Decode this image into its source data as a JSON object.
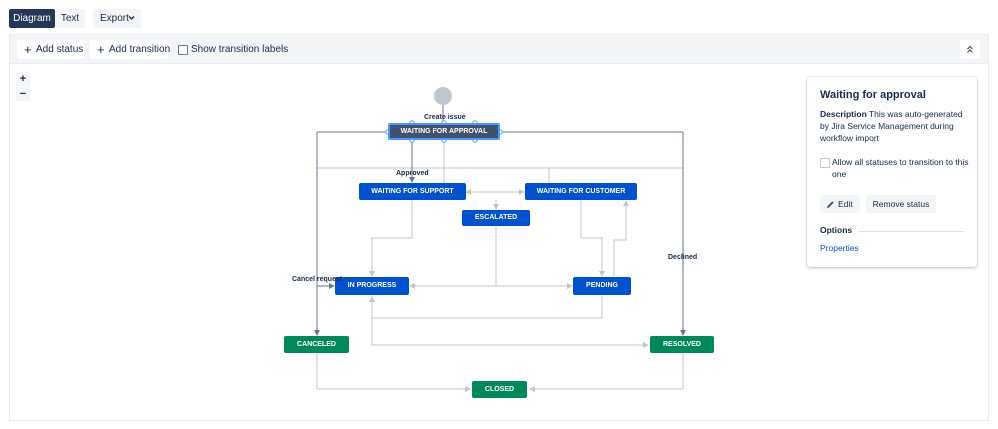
{
  "view_tabs": {
    "diagram": "Diagram",
    "text": "Text"
  },
  "export": {
    "label": "Export",
    "icon": "chevron-down-icon"
  },
  "toolbar": {
    "add_status": "Add status",
    "add_transition": "Add transition",
    "show_labels": "Show transition labels",
    "show_labels_checked": false,
    "collapse_icon": "double-chevron-up-icon"
  },
  "zoom": {
    "in": "+",
    "out": "−"
  },
  "statuses": {
    "waiting_for_approval": "WAITING FOR APPROVAL",
    "waiting_for_support": "WAITING FOR SUPPORT",
    "waiting_for_customer": "WAITING FOR CUSTOMER",
    "escalated": "ESCALATED",
    "in_progress": "IN PROGRESS",
    "pending": "PENDING",
    "canceled": "CANCELED",
    "resolved": "RESOLVED",
    "closed": "CLOSED"
  },
  "transitions": {
    "create_issue": "Create issue",
    "approved": "Approved",
    "cancel_request": "Cancel request",
    "declined": "Declined"
  },
  "colors": {
    "status_blue": "#0052cc",
    "status_green": "#00875a",
    "selected_status": "#42526e",
    "selection_outline": "#4c9aff",
    "link": "#0052cc"
  },
  "panel": {
    "title": "Waiting for approval",
    "description_label": "Description",
    "description_text": " This was auto-generated by Jira Service Management during workflow import",
    "allow_all": "Allow all statuses to transition to this one",
    "allow_all_checked": false,
    "edit": "Edit",
    "remove": "Remove status",
    "options_title": "Options",
    "properties": "Properties"
  }
}
